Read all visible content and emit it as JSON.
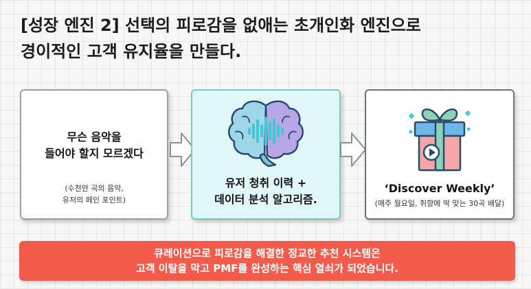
{
  "title": {
    "line1": "[성장 엔진 2] 선택의 피로감을 없애는 초개인화 엔진으로",
    "line2": "경이적인 고객 유지율을 만들다."
  },
  "cards": {
    "problem": {
      "main_line1": "무슨 음악을",
      "main_line2": "들어야 할지 모르겠다",
      "sub_line1": "(수천만 곡의 음악,",
      "sub_line2": "유저의 페인 포인트)"
    },
    "solution": {
      "main_line1": "유저 청취 이력 +",
      "main_line2": "데이터 분석 알고리즘."
    },
    "result": {
      "main": "‘Discover Weekly’",
      "sub": "(매주 월요일, 취향에 딱 맞는 30곡 배달)"
    }
  },
  "banner": {
    "line1": "큐레이션으로 피로감을 해결한 정교한 추천 시스템은",
    "line2": "고객 이탈을 막고 PMF를 완성하는 핵심 열쇠가 되었습니다."
  },
  "icons": {
    "solution": "brain-icon",
    "result": "gift-icon",
    "flow": "arrow-right-icon"
  },
  "colors": {
    "banner": "#f25c4d",
    "solution_card": "#e1f6f6",
    "accent_teal": "#79c9cb"
  }
}
